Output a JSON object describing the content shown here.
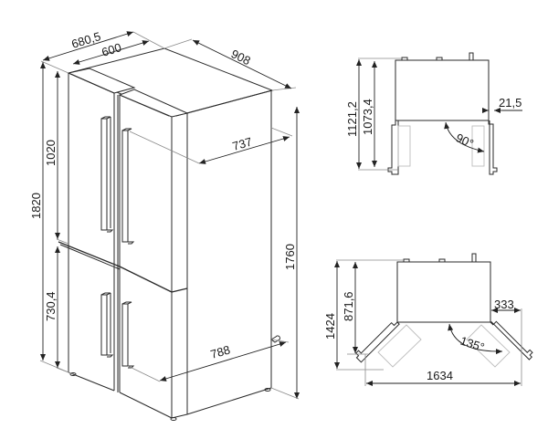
{
  "diagram": {
    "subject": "French-door refrigerator dimension drawing",
    "units": "mm",
    "isometric_view": {
      "dimensions": {
        "depth_with_handles": "680,5",
        "depth_body": "600",
        "width": "908",
        "open_door_clearance_top": "737",
        "open_door_clearance_bottom": "788",
        "total_height": "1820",
        "upper_door_height": "1020",
        "lower_door_height": "730,4",
        "body_height": "1760"
      }
    },
    "top_view_90": {
      "dimensions": {
        "depth_total": "1121,2",
        "depth_inner": "1073,4",
        "hinge_offset": "21,5",
        "door_angle": "90°"
      }
    },
    "top_view_135": {
      "dimensions": {
        "depth_total": "1424",
        "depth_inner": "871,6",
        "side_projection": "333",
        "total_width_open": "1634",
        "door_angle": "135°"
      }
    }
  }
}
